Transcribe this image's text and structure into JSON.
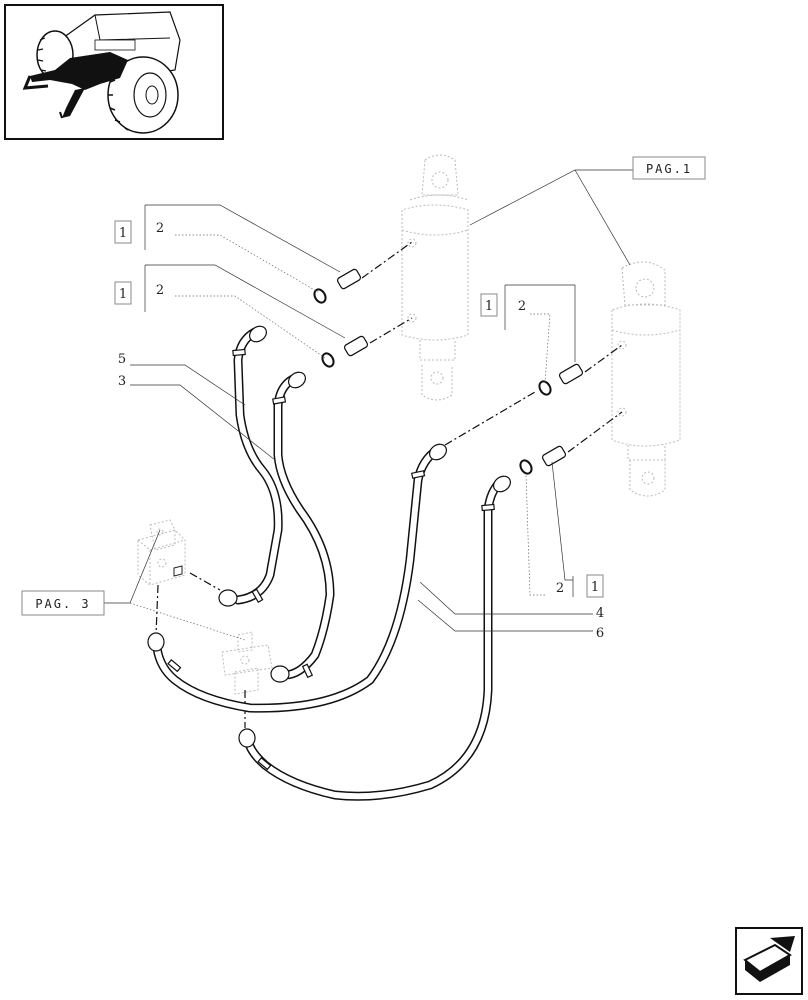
{
  "thumbnail": {
    "icon": "tractor-front-loader-icon"
  },
  "callouts": {
    "left_top_ref": "1",
    "left_top_num": "2",
    "left_mid_ref": "1",
    "left_mid_num": "2",
    "right_top_ref": "1",
    "right_top_num": "2",
    "right_bottom_num": "2",
    "right_bottom_ref": "1",
    "label_5": "5",
    "label_3": "3",
    "label_4": "4",
    "label_6": "6"
  },
  "page_refs": {
    "pag_1": "PAG.1",
    "pag_3": "PAG. 3"
  },
  "navigation": {
    "next_icon": "next-page-arrow-icon"
  }
}
